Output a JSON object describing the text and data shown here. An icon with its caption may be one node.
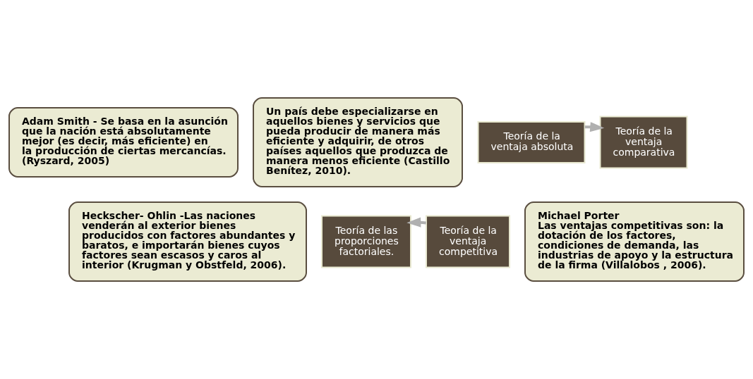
{
  "diagram": {
    "nodes": [
      {
        "text": [
          "Adam Smith - Se basa en la asunción que la nación está absolutamente mejor (es decir, más eficiente) en la producción de ciertas mercancías. (Ryszard, 2005)"
        ]
      },
      {
        "text": [
          "Un país debe especializarse en aquellos bienes y servicios que pueda producir de manera más eficiente y adquirir, de otros países aquellos que produzca de manera menos eficiente (Castillo Benítez, 2010)."
        ]
      },
      {
        "text": [
          "Teoría de la ventaja absoluta"
        ]
      },
      {
        "text": [
          "Teoría de la ventaja comparativa"
        ]
      },
      {
        "text": [
          "Heckscher- Ohlin -Las naciones venderán al exterior bienes producidos con factores abundantes y baratos, e importarán bienes cuyos factores sean escasos y caros al interior (Krugman y Obstfeld, 2006)."
        ]
      },
      {
        "text": [
          "Teoría de las proporciones factoriales."
        ]
      },
      {
        "text": [
          "Teoría de la ventaja competitiva"
        ]
      },
      {
        "text": [
          "Michael Porter",
          "Las ventajas competitivas son: la dotación de los factores, condiciones de demanda, las industrias de apoyo y la estructura de la firma (Villalobos , 2006)."
        ]
      }
    ],
    "edges": [
      {
        "from": 2,
        "to": 3,
        "arrow": "to"
      },
      {
        "from": 6,
        "to": 5,
        "arrow": "to"
      }
    ]
  }
}
